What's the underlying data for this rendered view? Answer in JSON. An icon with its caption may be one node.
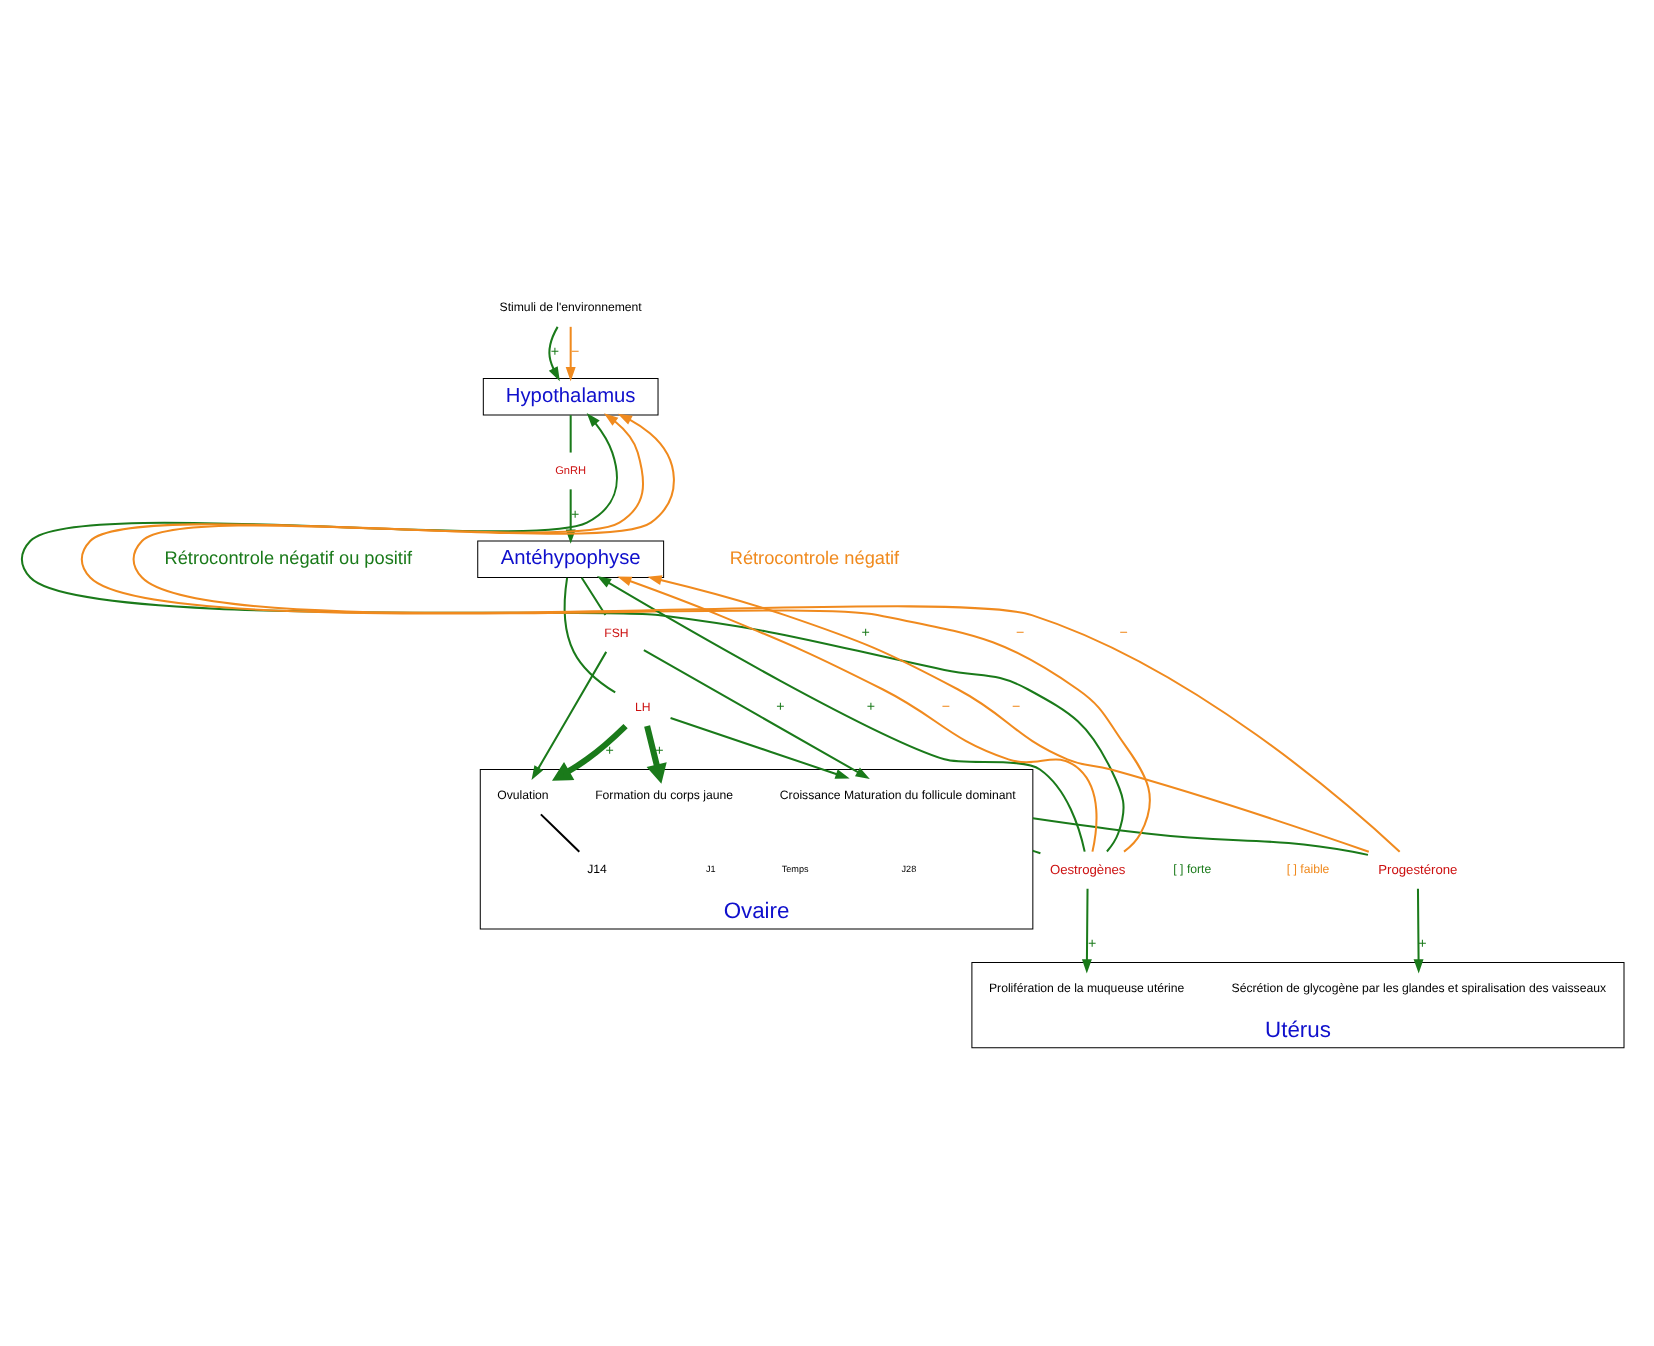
{
  "diagram": {
    "nodes": [
      {
        "text": [
          "Stimuli de l'environnement"
        ]
      },
      {
        "text": [
          "Hypothalamus"
        ]
      },
      {
        "text": [
          "GnRH"
        ]
      },
      {
        "text": [
          "Antéhypophyse"
        ]
      },
      {
        "text": [
          "FSH"
        ]
      },
      {
        "text": [
          "LH"
        ]
      },
      {
        "text": [
          "Ovaire"
        ]
      },
      {
        "text": [
          "Croissance Maturation du follicule dominant"
        ],
        "in": 6
      },
      {
        "text": [
          "Ovulation"
        ],
        "in": 6
      },
      {
        "text": [
          "Formation du corps jaune"
        ],
        "in": 6
      },
      {
        "text": [
          "J14"
        ],
        "in": 6
      },
      {
        "text": [
          "Oestrogènes"
        ]
      },
      {
        "text": [
          "Progestérone"
        ]
      },
      {
        "text": [
          "Utérus"
        ]
      },
      {
        "text": [
          "Prolifération de la muqueuse utérine"
        ],
        "in": 13
      },
      {
        "text": [
          "Sécrétion de glycogène par les glandes et spiralisation des vaisseaux"
        ],
        "in": 13
      }
    ],
    "edges": [
      {
        "from": 0,
        "to": 1,
        "arrow": "to",
        "label": "+"
      },
      {
        "from": 0,
        "to": 1,
        "arrow": "to",
        "label": "−",
        "color": "#f08a1e"
      },
      {
        "from": 1,
        "to": 2,
        "arrow": "none"
      },
      {
        "from": 2,
        "to": 3,
        "arrow": "to",
        "label": "+"
      },
      {
        "from": 3,
        "to": 4,
        "arrow": "none"
      },
      {
        "from": 3,
        "to": 5,
        "arrow": "none"
      },
      {
        "from": 4,
        "to": 7,
        "arrow": "to",
        "label": "+"
      },
      {
        "from": 4,
        "to": 8,
        "arrow": "to"
      },
      {
        "from": 5,
        "to": 7,
        "arrow": "to"
      },
      {
        "from": 5,
        "to": 8,
        "arrow": "to",
        "label": "+",
        "style": "thick"
      },
      {
        "from": 5,
        "to": 9,
        "arrow": "to",
        "label": "+",
        "style": "thick"
      },
      {
        "from": 8,
        "to": 10,
        "arrow": "none",
        "color": "#000000"
      },
      {
        "from": 6,
        "to": 11,
        "arrow": "none"
      },
      {
        "from": 6,
        "to": 12,
        "arrow": "none"
      },
      {
        "from": 11,
        "to": 14,
        "arrow": "to",
        "label": "+"
      },
      {
        "from": 12,
        "to": 15,
        "arrow": "to",
        "label": "+"
      },
      {
        "from": 11,
        "to": 1,
        "arrow": "to",
        "label": "+"
      },
      {
        "from": 11,
        "to": 1,
        "arrow": "to",
        "label": "−",
        "color": "#f08a1e"
      },
      {
        "from": 11,
        "to": 3,
        "arrow": "to",
        "label": "+"
      },
      {
        "from": 11,
        "to": 3,
        "arrow": "to",
        "label": "−",
        "color": "#f08a1e"
      },
      {
        "from": 12,
        "to": 1,
        "arrow": "to",
        "label": "−",
        "color": "#f08a1e"
      },
      {
        "from": 12,
        "to": 3,
        "arrow": "to",
        "label": "−",
        "color": "#f08a1e"
      }
    ],
    "labels": [
      "Rétrocontrole négatif ou positif",
      "Rétrocontrole négatif",
      "J1",
      "Temps",
      "J28",
      "[ ] forte",
      "[ ] faible"
    ]
  }
}
